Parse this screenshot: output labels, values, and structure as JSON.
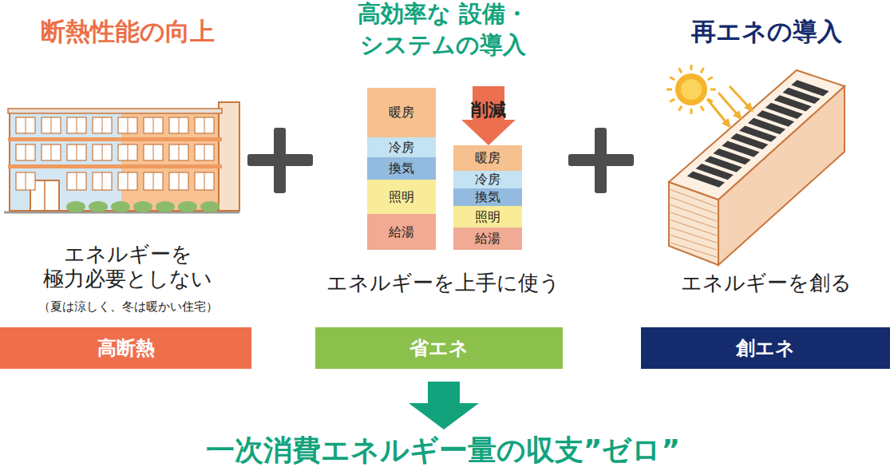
{
  "diagram": {
    "caption": "一次消費エネルギー量の収支”ゼロ”",
    "nodes": [
      {
        "text": [
          "暖房"
        ]
      },
      {
        "text": [
          "冷房"
        ]
      },
      {
        "text": [
          "換気"
        ]
      },
      {
        "text": [
          "照明"
        ]
      },
      {
        "text": [
          "給湯"
        ]
      },
      {
        "text": [
          "暖房"
        ]
      },
      {
        "text": [
          "冷房"
        ]
      },
      {
        "text": [
          "換気"
        ]
      },
      {
        "text": [
          "照明"
        ]
      },
      {
        "text": [
          "給湯"
        ]
      },
      {
        "text": [
          "高断熱"
        ]
      },
      {
        "text": [
          "省エネ"
        ]
      },
      {
        "text": [
          "創エネ"
        ]
      }
    ],
    "edges": [],
    "labels": [
      "断熱性能の向上",
      "高効率な 設備・システムの導入",
      "再エネの導入",
      "削減",
      "エネルギーを 極力必要としない",
      "（夏は涼しく、冬は暖かい住宅）",
      "エネルギーを上手に使う",
      "エネルギーを創る"
    ]
  }
}
